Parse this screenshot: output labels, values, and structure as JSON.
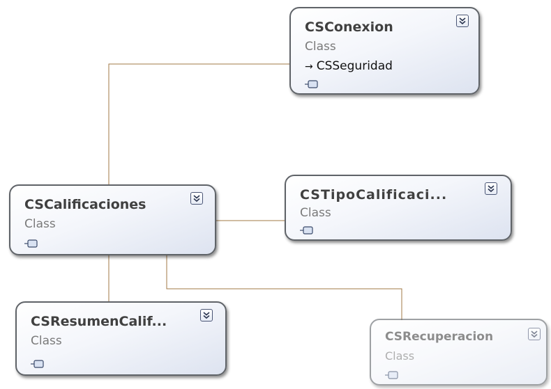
{
  "classes": {
    "conexion": {
      "name": "CSConexion",
      "kind": "Class",
      "member": "CSSeguridad"
    },
    "calificaciones": {
      "name": "CSCalificaciones",
      "kind": "Class"
    },
    "tipo": {
      "name": "CSTipoCalificaci...",
      "kind": "Class"
    },
    "resumen": {
      "name": "CSResumenCalif...",
      "kind": "Class"
    },
    "recuperacion": {
      "name": "CSRecuperacion",
      "kind": "Class"
    }
  },
  "colors": {
    "connector": "#a27845",
    "border": "#5f6368"
  }
}
